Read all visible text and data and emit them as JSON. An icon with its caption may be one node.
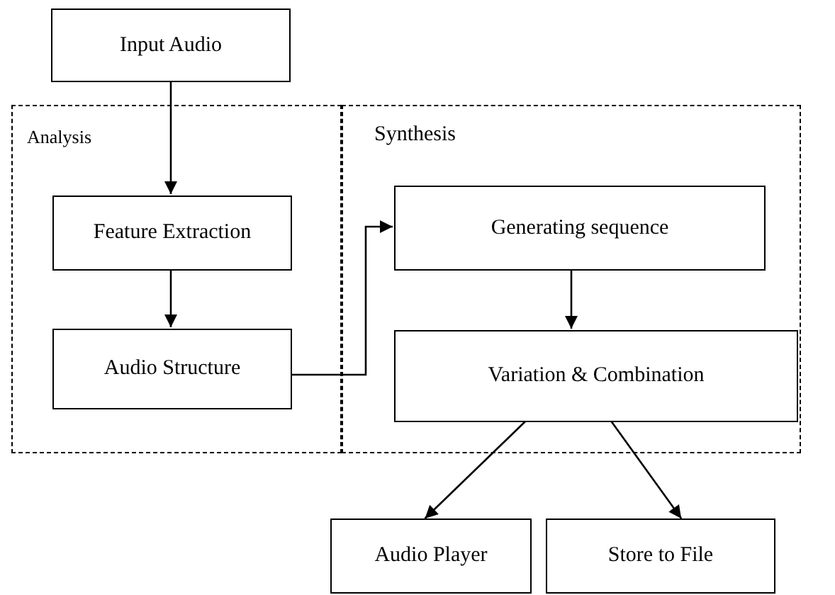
{
  "diagram": {
    "nodes": [
      {
        "text": [
          "Input Audio"
        ]
      },
      {
        "text": [
          "Analysis"
        ]
      },
      {
        "text": [
          "Feature Extraction"
        ],
        "in": 1
      },
      {
        "text": [
          "Audio Structure"
        ],
        "in": 1
      },
      {
        "text": [
          "Synthesis"
        ]
      },
      {
        "text": [
          "Generating sequence"
        ],
        "in": 4
      },
      {
        "text": [
          "Variation & Combination"
        ],
        "in": 4
      },
      {
        "text": [
          "Audio Player"
        ]
      },
      {
        "text": [
          "Store to File"
        ]
      }
    ],
    "edges": [
      {
        "from": 0,
        "to": 2,
        "arrow": "to"
      },
      {
        "from": 2,
        "to": 3,
        "arrow": "to"
      },
      {
        "from": 3,
        "to": 5,
        "arrow": "to"
      },
      {
        "from": 5,
        "to": 6,
        "arrow": "to"
      },
      {
        "from": 6,
        "to": 7,
        "arrow": "to"
      },
      {
        "from": 6,
        "to": 8,
        "arrow": "to"
      }
    ]
  }
}
